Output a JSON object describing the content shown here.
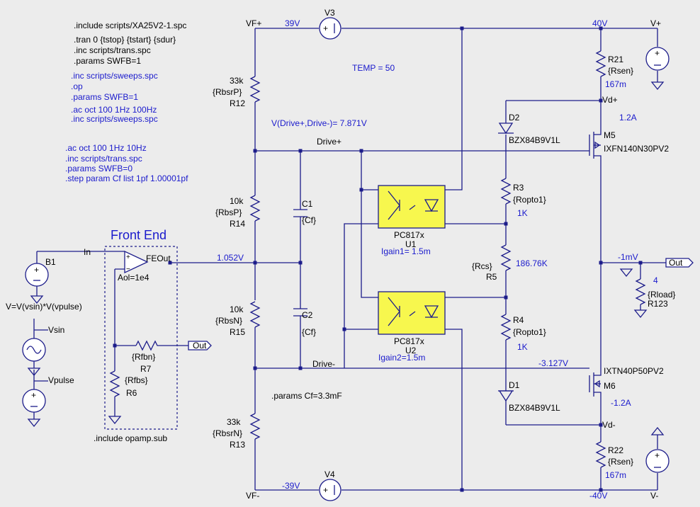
{
  "directives": {
    "block1": [
      ".include scripts/XA25V2-1.spc",
      ".tran 0 {tstop} {tstart} {sdur}",
      ".inc scripts/trans.spc",
      ".params SWFB=1"
    ],
    "block2": [
      ".inc scripts/sweeps.spc",
      ".op",
      ".params SWFB=1",
      ".ac oct 100 1Hz 100Hz",
      ".inc scripts/sweeps.spc"
    ],
    "block3": [
      ".ac oct 100 1Hz 10Hz",
      ".inc scripts/trans.spc",
      ".params SWFB=0",
      ".step param Cf list 1pf 1.00001pf"
    ],
    "params_cf": ".params Cf=3.3mF",
    "include_opamp": ".include opamp.sub"
  },
  "annotations": {
    "temp": "TEMP =  50",
    "drive_meas": "V(Drive+,Drive-)=    7.871V",
    "v39": "39V",
    "v40_top": "40V",
    "v_minus39": "-39V",
    "v_minus40": "-40V",
    "v1052": "1.052V",
    "i_pos": "1.2A",
    "i_neg": "-1.2A",
    "v_minus1mv": "-1mV",
    "v_minus3127": "-3.127V",
    "igain1": "Igain1= 1.5m",
    "igain2": "Igain2=1.5m"
  },
  "front_end": {
    "title": "Front End",
    "in_label": "In",
    "feout_label": "FEOut",
    "aol": "Aol=1e4"
  },
  "nets": {
    "vf_plus": "VF+",
    "vf_minus": "VF-",
    "v_plus": "V+",
    "v_minus": "V-",
    "drive_plus": "Drive+",
    "drive_minus": "Drive-",
    "vd_plus": "Vd+",
    "vd_minus": "Vd-",
    "vsin": "Vsin",
    "vpulse": "Vpulse",
    "out": "Out"
  },
  "components": {
    "r12": {
      "value": "33k",
      "param": "{RbsrP}",
      "name": "R12"
    },
    "r14": {
      "value": "10k",
      "param": "{RbsP}",
      "name": "R14"
    },
    "r15": {
      "value": "10k",
      "param": "{RbsN}",
      "name": "R15"
    },
    "r13": {
      "value": "33k",
      "param": "{RbsrN}",
      "name": "R13"
    },
    "c1": {
      "name": "C1",
      "param": "{Cf}"
    },
    "c2": {
      "name": "C2",
      "param": "{Cf}"
    },
    "v3": {
      "name": "V3"
    },
    "v4": {
      "name": "V4"
    },
    "r21": {
      "name": "R21",
      "param": "{Rsen}",
      "value": "167m"
    },
    "r22": {
      "name": "R22",
      "param": "{Rsen}",
      "value": "167m"
    },
    "d2": {
      "name": "D2",
      "part": "BZX84B9V1L"
    },
    "d1": {
      "name": "D1",
      "part": "BZX84B9V1L"
    },
    "m5": {
      "name": "M5",
      "part": "IXFN140N30PV2"
    },
    "m6": {
      "name": "M6",
      "part": "IXTN40P50PV2"
    },
    "r3": {
      "name": "R3",
      "param": "{Ropto1}",
      "value": "1K"
    },
    "r4": {
      "name": "R4",
      "param": "{Ropto1}",
      "value": "1K"
    },
    "r5": {
      "name": "R5",
      "param": "{Rcs}",
      "value": "186.76K"
    },
    "u1": {
      "part": "PC817x",
      "name": "U1"
    },
    "u2": {
      "part": "PC817x",
      "name": "U2"
    },
    "r123": {
      "name": "R123",
      "param": "{Rload}",
      "value": "4"
    },
    "b1": {
      "name": "B1",
      "expr": "V=V(vsin)*V(vpulse)"
    },
    "r7": {
      "name": "R7",
      "param": "{Rfbn}"
    },
    "r6": {
      "name": "R6",
      "param": "{Rfbs}"
    }
  },
  "colors": {
    "wire": "#1c1c8a",
    "annotation": "#1a1acc",
    "opto_fill": "#f7f74e",
    "background": "#ececec"
  }
}
